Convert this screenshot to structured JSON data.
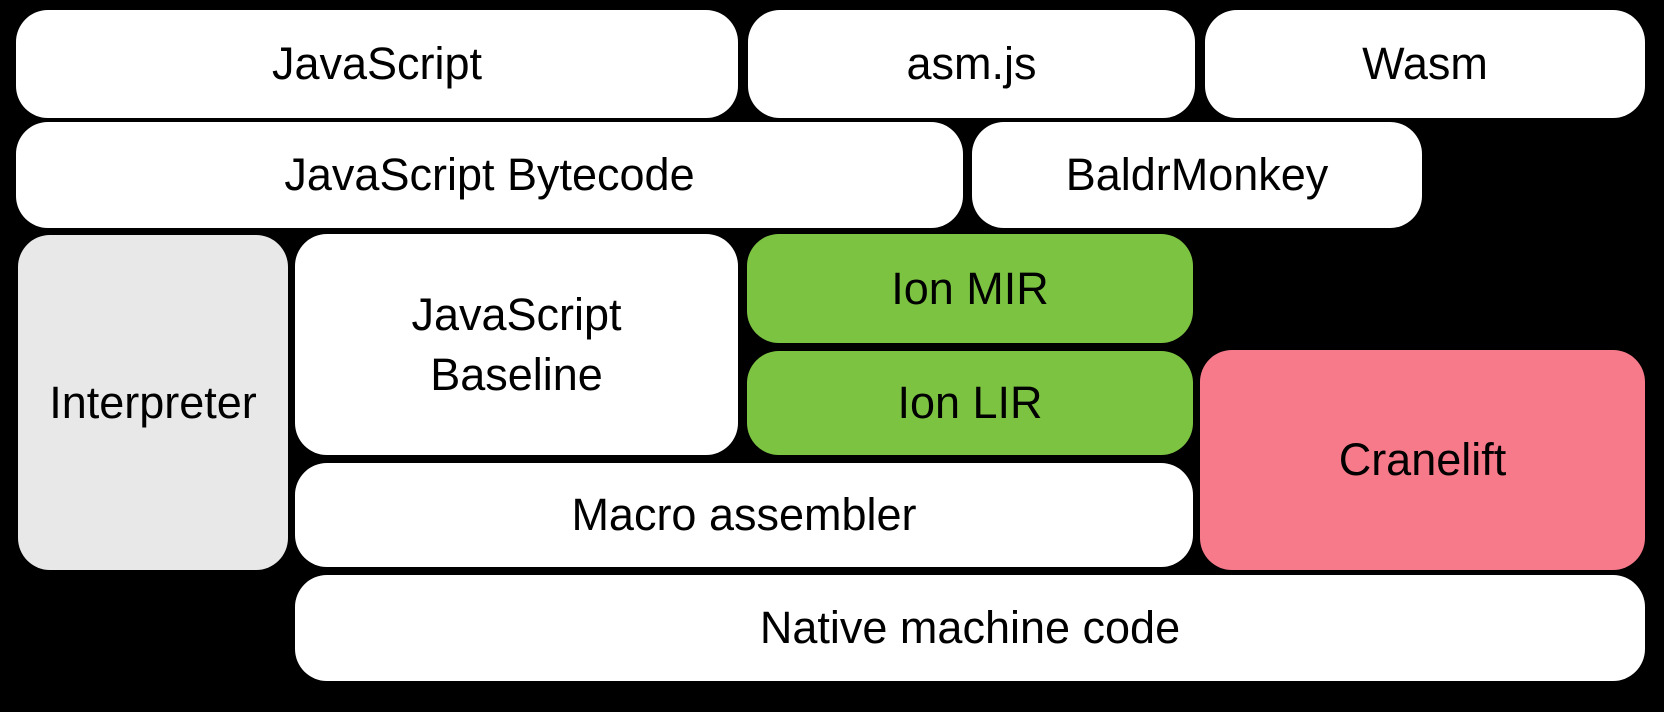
{
  "canvas": {
    "background": "#000000"
  },
  "colors": {
    "box_default": "#ffffff",
    "box_interpreter": "#e8e8e8",
    "box_ion": "#7cc342",
    "box_cranelift": "#f67a8a",
    "text": "#000000"
  },
  "boxes": {
    "javascript": {
      "label": "JavaScript"
    },
    "asmjs": {
      "label": "asm.js"
    },
    "wasm": {
      "label": "Wasm"
    },
    "js_bytecode": {
      "label": "JavaScript Bytecode"
    },
    "baldrmonkey": {
      "label": "BaldrMonkey"
    },
    "interpreter": {
      "label": "Interpreter"
    },
    "js_baseline": {
      "label": "JavaScript Baseline"
    },
    "ion_mir": {
      "label": "Ion MIR"
    },
    "ion_lir": {
      "label": "Ion LIR"
    },
    "cranelift": {
      "label": "Cranelift"
    },
    "macro_assembler": {
      "label": "Macro assembler"
    },
    "native_machine_code": {
      "label": "Native machine code"
    }
  }
}
